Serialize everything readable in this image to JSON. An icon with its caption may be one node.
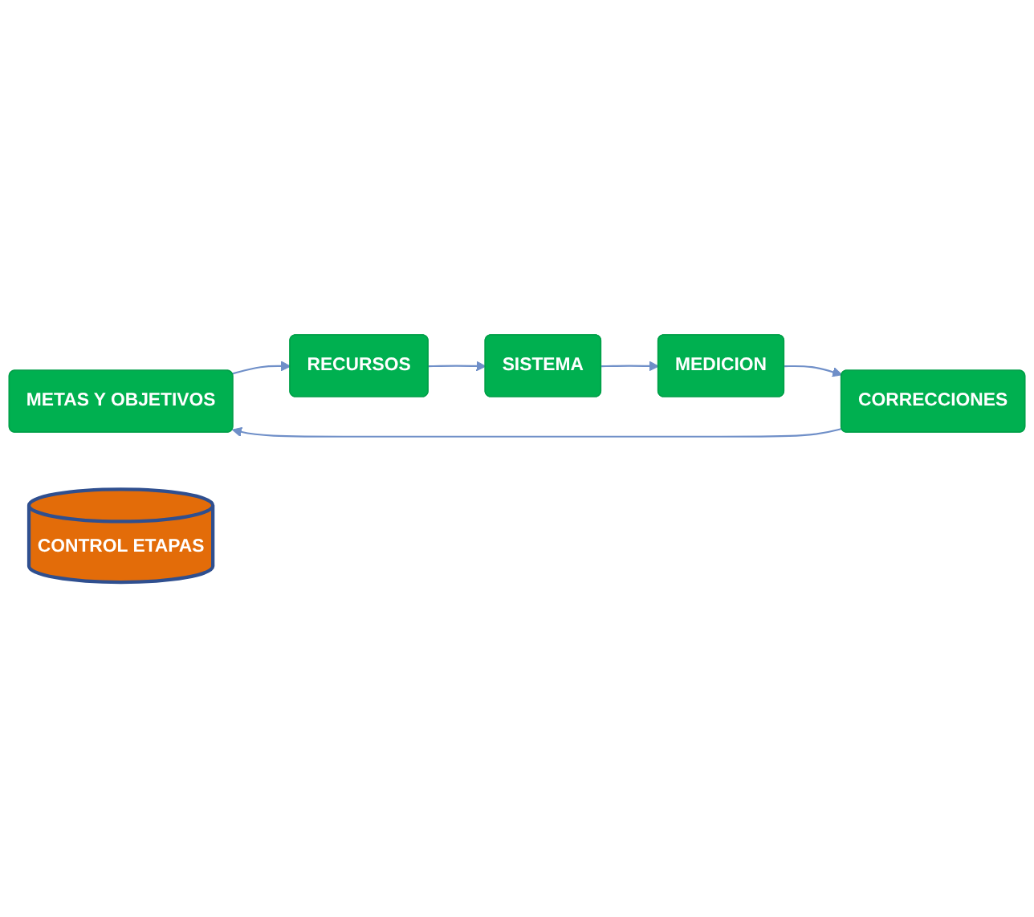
{
  "diagram": {
    "nodes": [
      {
        "text": [
          "METAS Y OBJETIVOS"
        ]
      },
      {
        "text": [
          "RECURSOS"
        ]
      },
      {
        "text": [
          "SISTEMA"
        ]
      },
      {
        "text": [
          "MEDICION"
        ]
      },
      {
        "text": [
          "CORRECCIONES"
        ]
      },
      {
        "text": [
          "CONTROL ETAPAS"
        ]
      }
    ],
    "edges": [
      {
        "from": 0,
        "to": 1,
        "arrow": "to"
      },
      {
        "from": 1,
        "to": 2,
        "arrow": "to"
      },
      {
        "from": 2,
        "to": 3,
        "arrow": "to"
      },
      {
        "from": 3,
        "to": 4,
        "arrow": "to"
      },
      {
        "from": 4,
        "to": 0,
        "arrow": "to"
      }
    ]
  }
}
